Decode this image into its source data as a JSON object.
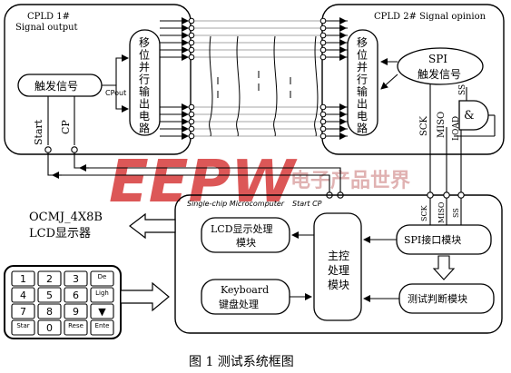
{
  "caption": "图 1  测试系统框图",
  "watermark": {
    "main": "EEPW",
    "sub": "电子产品世界",
    "color": "#d63a3a",
    "sub_color": "#d9a0a0"
  },
  "cpld1": {
    "title_line1": "CPLD 1#",
    "title_line2": "Signal output",
    "trigger_label": "触发信号",
    "clk_label": "CPout",
    "start_label": "Start",
    "cp_label": "CP",
    "shift_chars": [
      "移",
      "位",
      "并",
      "行",
      "输",
      "出",
      "电",
      "路"
    ]
  },
  "cpld2": {
    "title": "CPLD 2# Signal opinion",
    "shift_chars": [
      "移",
      "位",
      "并",
      "行",
      "输",
      "出",
      "电",
      "路"
    ],
    "spi_line1": "SPI",
    "spi_line2": "触发信号",
    "and_label": "&",
    "sck": "SCK",
    "miso": "MISO",
    "load": "LOAD",
    "ss": "SS"
  },
  "mcu": {
    "title": "Single-chip Microcomputer",
    "pin_labels": "Start CP",
    "lcd_module_line1": "LCD显示处理",
    "lcd_module_line2": "模块",
    "kb_module_line1": "Keyboard",
    "kb_module_line2": "键盘处理",
    "main_ctrl": [
      "主控",
      "处理",
      "模块"
    ],
    "spi_module": "SPI接口模块",
    "test_module": "测试判断模块",
    "sck": "SCK",
    "miso": "MISO",
    "ss": "SS"
  },
  "lcd": {
    "line1": "OCMJ_4X8B",
    "line2": "LCD显示器"
  },
  "keypad": {
    "keys": [
      "1",
      "2",
      "3",
      "De",
      "4",
      "5",
      "6",
      "Ligh",
      "7",
      "8",
      "9",
      "▼",
      "Star",
      "0",
      "Rese",
      "Ente"
    ]
  }
}
